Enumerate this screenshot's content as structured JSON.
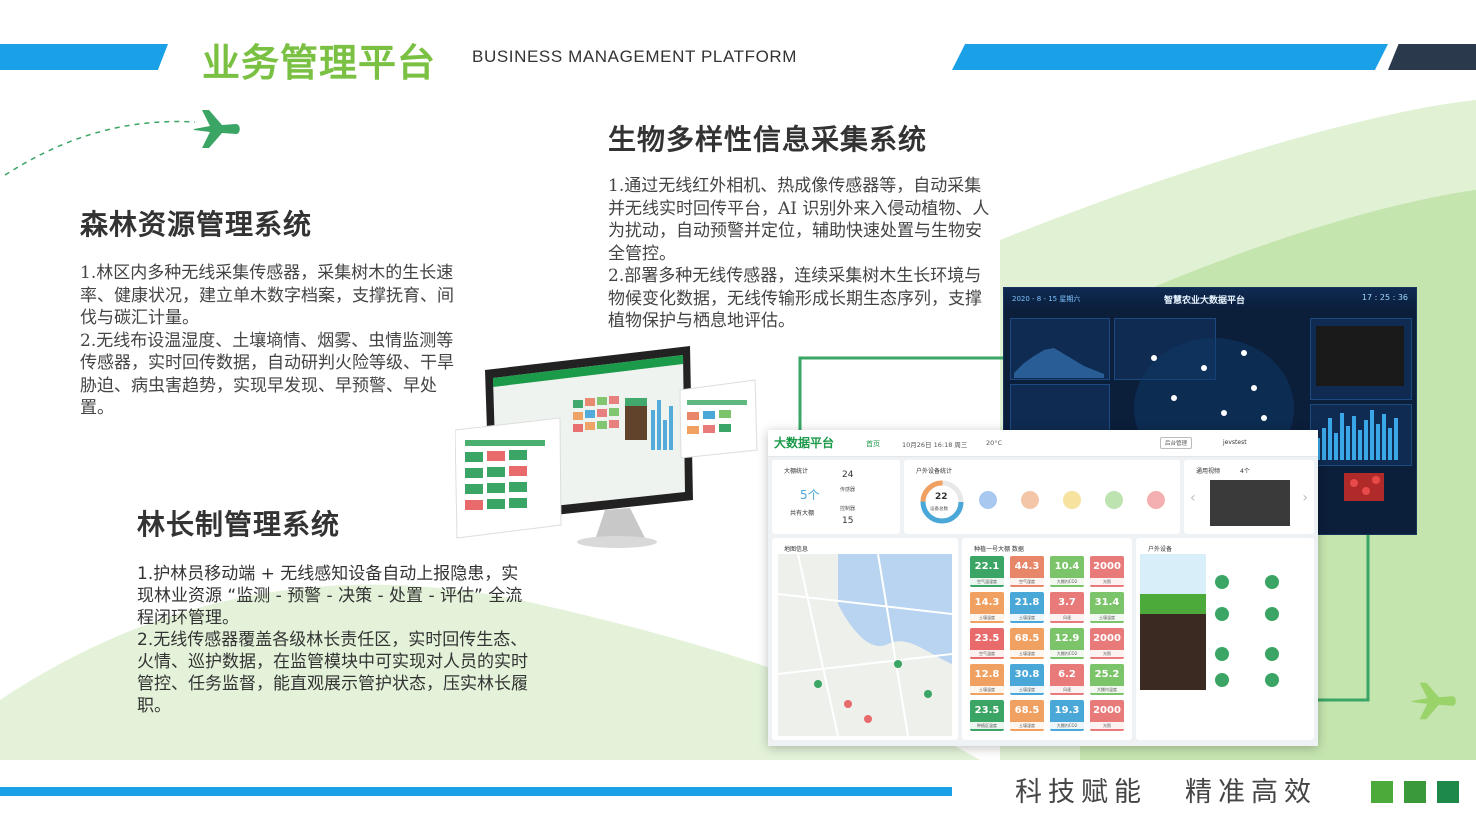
{
  "header": {
    "title": "业务管理平台",
    "subtitle": "BUSINESS MANAGEMENT PLATFORM"
  },
  "sections": {
    "forest": {
      "title": "森林资源管理系统",
      "p1": "1.林区内多种无线采集传感器，采集树木的生长速率、健康状况，建立单木数字档案，支撑抚育、间伐与碳汇计量。",
      "p2": "2.无线布设温湿度、土壤墒情、烟雾、虫情监测等传感器，实时回传数据，自动研判火险等级、干旱胁迫、病虫害趋势，实现早发现、早预警、早处置。"
    },
    "bio": {
      "title": "生物多样性信息采集系统",
      "p1": "1.通过无线红外相机、热成像传感器等，自动采集并无线实时回传平台，AI 识别外来入侵动植物、人为扰动，自动预警并定位，辅助快速处置与生物安全管控。",
      "p2": "2.部署多种无线传感器，连续采集树木生长环境与物候变化数据，无线传输形成长期生态序列，支撑植物保护与栖息地评估。"
    },
    "chief": {
      "title": "林长制管理系统",
      "p1": "1.护林员移动端 + 无线感知设备自动上报隐患，实现林业资源 “监测 - 预警 - 决策 - 处置 - 评估” 全流程闭环管理。",
      "p2": "2.无线传感器覆盖各级林长责任区，实时回传生态、火情、巡护数据，在监管模块中可实现对人员的实时管控、任务监督，能直观展示管护状态，压实林长履职。"
    }
  },
  "footer": {
    "slogan1": "科技赋能",
    "slogan2": "精准高效"
  },
  "dark_dashboard": {
    "title": "智慧农业大数据平台",
    "date": "2020 - 8 - 15  星期六",
    "time": "17 : 25 : 36"
  },
  "light_dashboard": {
    "logo": "大数据平台",
    "home": "首页",
    "date": "10月26日 16:18  周三",
    "temp": "20°C",
    "admin_btn": "后台管理",
    "user": "jevstest",
    "greenhouse_card": "大棚统计",
    "greenhouse_count": "5个",
    "greenhouse_label": "共有大棚",
    "sensor_count": "24",
    "sensor_label": "传感器",
    "controller_count": "15",
    "controller_label": "控制器",
    "outdoor_card": "户外设备统计",
    "device_total": "22",
    "device_total_label": "设备总数",
    "video_card": "通用视频",
    "video_count": "4个",
    "map_card": "地图信息",
    "data_card": "种植一号大棚  数据",
    "outdoor_dev_card": "户外设备",
    "tiles": [
      {
        "v": "22.1",
        "l": "空气温湿度",
        "c": "#3aa564"
      },
      {
        "v": "44.3",
        "l": "空气湿度",
        "c": "#e8866a"
      },
      {
        "v": "10.4",
        "l": "大棚内CO2",
        "c": "#7cc46a"
      },
      {
        "v": "2000",
        "l": "光照",
        "c": "#e87a7a"
      },
      {
        "v": "14.3",
        "l": "土壤温度",
        "c": "#f0a060"
      },
      {
        "v": "21.8",
        "l": "土壤湿度",
        "c": "#4aa8d8"
      },
      {
        "v": "3.7",
        "l": "风速",
        "c": "#e87a7a"
      },
      {
        "v": "31.4",
        "l": "土壤温度",
        "c": "#7cc46a"
      },
      {
        "v": "23.5",
        "l": "空气温度",
        "c": "#e86a6a"
      },
      {
        "v": "68.5",
        "l": "土壤湿度",
        "c": "#f0a060"
      },
      {
        "v": "12.9",
        "l": "大棚内CO2",
        "c": "#7cc46a"
      },
      {
        "v": "2000",
        "l": "光照",
        "c": "#e87a7a"
      },
      {
        "v": "12.8",
        "l": "土壤温度",
        "c": "#f0a060"
      },
      {
        "v": "30.8",
        "l": "土壤湿度",
        "c": "#4aa8d8"
      },
      {
        "v": "6.2",
        "l": "风速",
        "c": "#e87a7a"
      },
      {
        "v": "25.2",
        "l": "大棚内温度",
        "c": "#7cc46a"
      },
      {
        "v": "23.5",
        "l": "种植区温度",
        "c": "#3aa564"
      },
      {
        "v": "68.5",
        "l": "土壤湿度",
        "c": "#f0a060"
      },
      {
        "v": "19.3",
        "l": "大棚内CO2",
        "c": "#4aa8d8"
      },
      {
        "v": "2000",
        "l": "光照",
        "c": "#e87a7a"
      }
    ]
  },
  "colors": {
    "accent_green": "#7ac143",
    "header_blue": "#1aa0e6",
    "header_dark": "#2a3a4c"
  }
}
